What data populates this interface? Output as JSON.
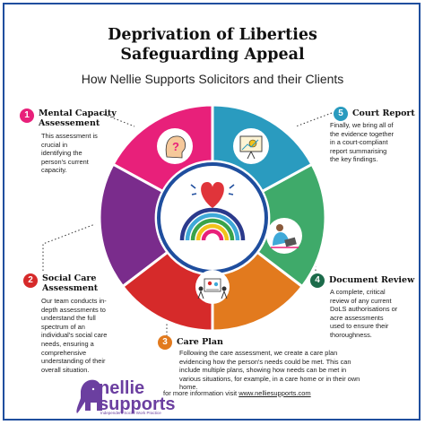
{
  "title": {
    "line1": "Deprivation of Liberties",
    "line2": "Safeguarding Appeal"
  },
  "subtitle": "How Nellie Supports Solicitors and their Clients",
  "colors": {
    "border": "#1f4e9e",
    "step1": "#e8207a",
    "step2": "#d62a2a",
    "step3": "#e27a1e",
    "step4": "#1c6b4a",
    "step5": "#2a9bbf",
    "seg_purple": "#7a2c8c",
    "seg_green": "#3faa6a",
    "center_ring": "#1f4e9e"
  },
  "steps": [
    {
      "num": "1",
      "title_line1": "Mental Capacity",
      "title_line2": "Assessement",
      "body": [
        "This assessment is",
        "crucial in",
        "identifying the",
        "person's current",
        "capacity."
      ]
    },
    {
      "num": "2",
      "title_line1": "Social Care",
      "title_line2": "Assessment",
      "body": [
        "Our team conducts in-",
        "depth assessments to",
        "understand the full",
        "spectrum of an",
        "individual's social care",
        "needs, ensuring a",
        "comprehensive",
        "understanding of their",
        "overall situation."
      ]
    },
    {
      "num": "3",
      "title_line1": "Care Plan",
      "title_line2": "",
      "body": [
        "Following the care assessment, we create a care plan",
        "evidencing how the person's needs could be met. This can",
        "include multiple plans, showing how needs can be met in",
        "various situations, for example, in a care home or in their own",
        "home."
      ]
    },
    {
      "num": "4",
      "title_line1": "Document Review",
      "title_line2": "",
      "body": [
        "A complete, critical",
        "review of any current",
        "DoLS authorisations or",
        "acre assessments",
        "used to ensure their",
        "thoroughness."
      ]
    },
    {
      "num": "5",
      "title_line1": "Court Report",
      "title_line2": "",
      "body": [
        "Finally, we bring all of",
        "the evidence together",
        "in a court-compliant",
        "report summarising",
        "the key findings."
      ]
    }
  ],
  "footer": {
    "prefix": "for more information visit",
    "url": "www.nelliesupports.com"
  },
  "logo": {
    "word1": "nellie",
    "word2": "supports",
    "tagline": "Independent Social Work Practice"
  },
  "icons": [
    "question-head-icon",
    "presentation-board-icon",
    "person-laptop-icon",
    "care-plan-people-icon",
    "heart-rainbow-icon",
    "elephant-logo-icon"
  ]
}
